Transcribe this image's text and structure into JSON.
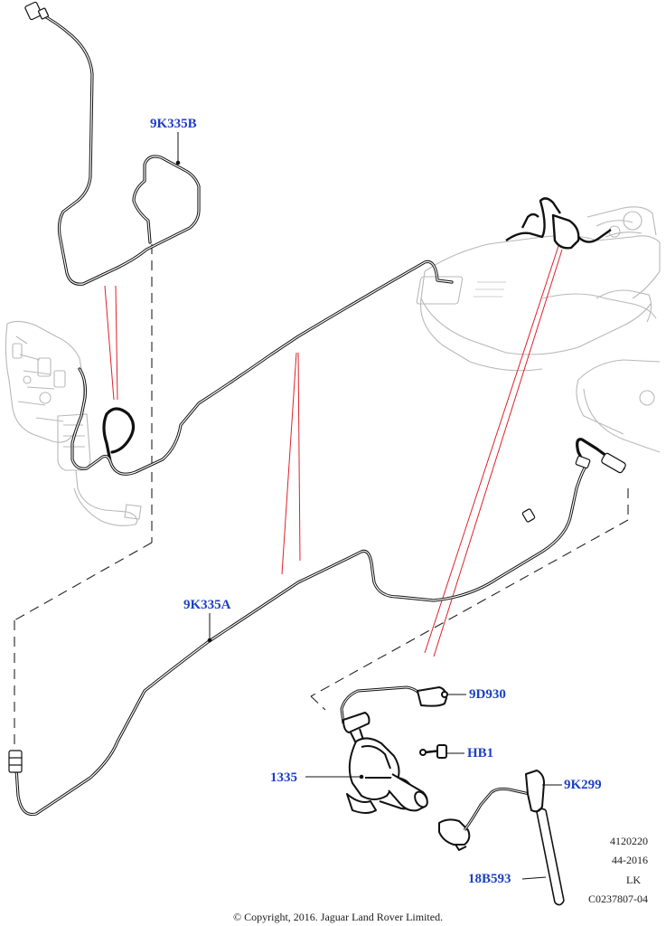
{
  "callouts": {
    "c_9k335b": "9K335B",
    "c_9k335a": "9K335A",
    "c_9d930": "9D930",
    "c_hb1": "HB1",
    "c_1335": "1335",
    "c_9k299": "9K299",
    "c_18b593": "18B593"
  },
  "metadata": {
    "line1": "4120220",
    "line2": "44-2016",
    "line3": "LK",
    "line4": "C0237807-04"
  },
  "footer": {
    "copyright": "© Copyright, 2016. Jaguar Land Rover Limited."
  },
  "colors": {
    "callout_text": "#1d3fc4",
    "pipe": "#111111",
    "component_outline": "#b8b8b8",
    "reference_line": "#e0202a",
    "dashed_line": "#222222"
  }
}
